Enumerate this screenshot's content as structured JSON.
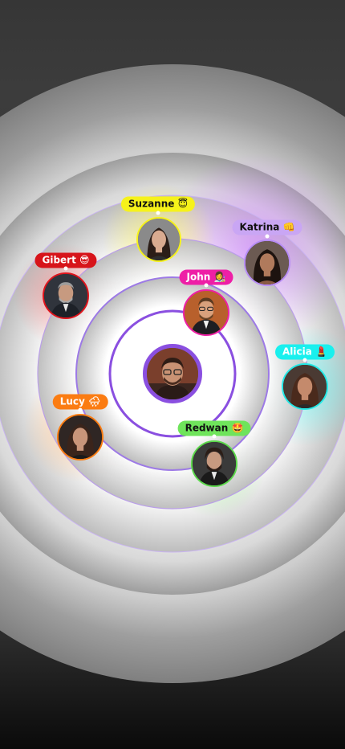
{
  "people": [
    {
      "name": "Suzanne 😇",
      "label_color": "#f6f21a",
      "text_color": "#111111",
      "ring_color": "#f6f21a"
    },
    {
      "name": "Katrina 👊",
      "label_color": "#c9a6f4",
      "text_color": "#111111",
      "ring_color": "#b78cf5"
    },
    {
      "name": "Gibert 😎",
      "label_color": "#d7141a",
      "text_color": "#ffffff",
      "ring_color": "#e0141c"
    },
    {
      "name": "John 👩‍🎨",
      "label_color": "#ee1fa6",
      "text_color": "#ffffff",
      "ring_color": "#ee1fa6"
    },
    {
      "name": "Alicia 💄",
      "label_color": "#19f0ee",
      "text_color": "#ffffff",
      "ring_color": "#23e8e6"
    },
    {
      "name": "Lucy 🌧",
      "label_color": "#fb7c12",
      "text_color": "#ffffff",
      "ring_color": "#fb7c12"
    },
    {
      "name": "Redwan 🤩",
      "label_color": "#6fe45b",
      "text_color": "#111111",
      "ring_color": "#5bd84a"
    }
  ],
  "center_user": {
    "ring_color": "#8a4fe0"
  }
}
